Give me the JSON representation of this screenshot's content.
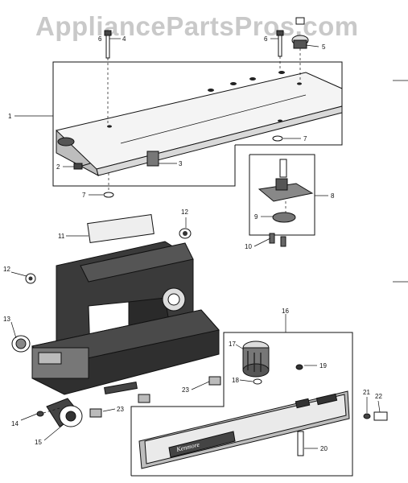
{
  "watermark": {
    "text": "AppliancePartsPros.com"
  },
  "diagram": {
    "callouts": [
      {
        "id": "c1",
        "label": "1"
      },
      {
        "id": "c2",
        "label": "2"
      },
      {
        "id": "c3",
        "label": "3"
      },
      {
        "id": "c4",
        "label": "4"
      },
      {
        "id": "c5",
        "label": "5"
      },
      {
        "id": "c6a",
        "label": "6"
      },
      {
        "id": "c6b",
        "label": "6"
      },
      {
        "id": "c7a",
        "label": "7"
      },
      {
        "id": "c7b",
        "label": "7"
      },
      {
        "id": "c8",
        "label": "8"
      },
      {
        "id": "c9",
        "label": "9"
      },
      {
        "id": "c10",
        "label": "10"
      },
      {
        "id": "c11",
        "label": "11"
      },
      {
        "id": "c12a",
        "label": "12"
      },
      {
        "id": "c12b",
        "label": "12"
      },
      {
        "id": "c13",
        "label": "13"
      },
      {
        "id": "c14",
        "label": "14"
      },
      {
        "id": "c15",
        "label": "15"
      },
      {
        "id": "c16",
        "label": "16"
      },
      {
        "id": "c17",
        "label": "17"
      },
      {
        "id": "c18",
        "label": "18"
      },
      {
        "id": "c19",
        "label": "19"
      },
      {
        "id": "c20",
        "label": "20"
      },
      {
        "id": "c21",
        "label": "21"
      },
      {
        "id": "c22",
        "label": "22"
      },
      {
        "id": "c23a",
        "label": "23"
      },
      {
        "id": "c23b",
        "label": "23"
      }
    ],
    "brand_plate": "Kenmore"
  }
}
